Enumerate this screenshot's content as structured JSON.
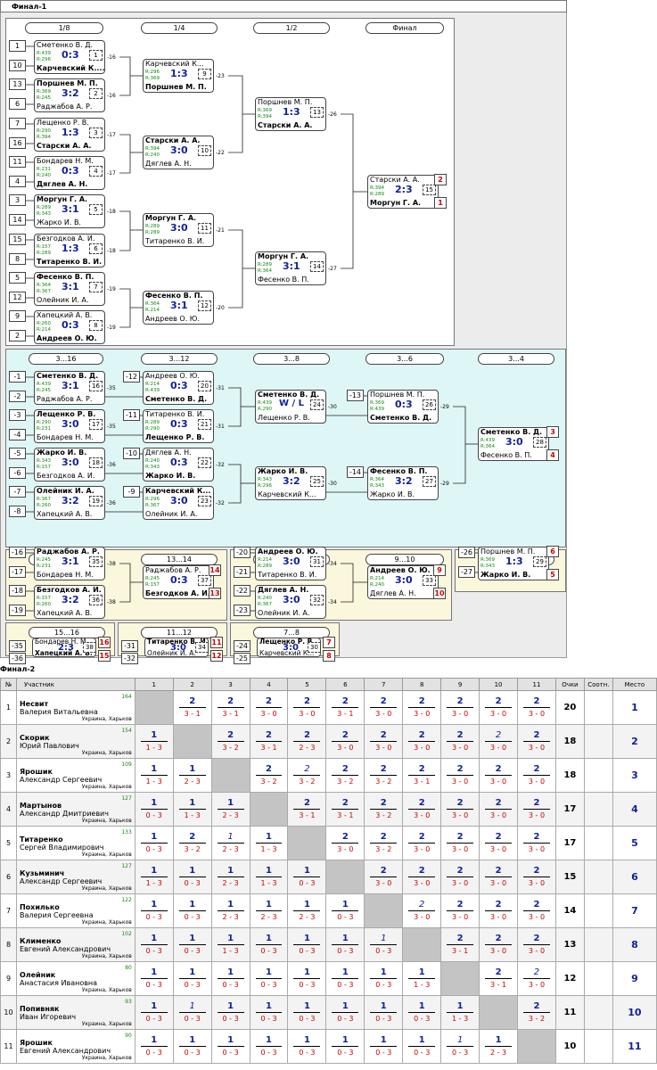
{
  "f1_title": "Финал-1",
  "f2_title": "Финал-2",
  "main_phases": [
    "1/8",
    "1/4",
    "1/2",
    "Финал"
  ],
  "r16": [
    {
      "s1": "1",
      "s2": "10",
      "p1": "Сметенко В. Д.",
      "r1": "R:439",
      "r2": "R:296",
      "p2": "Карчевский К....",
      "w": 2,
      "sc": "0:3",
      "mn": "1",
      "nx": "-16"
    },
    {
      "s1": "13",
      "s2": "6",
      "p1": "Поршнев М. П.",
      "r1": "R:369",
      "r2": "R:245",
      "p2": "Раджабов А. Р.",
      "w": 1,
      "sc": "3:2",
      "mn": "2",
      "nx": "-16"
    },
    {
      "s1": "7",
      "s2": "16",
      "p1": "Лещенко Р. В.",
      "r1": "R:290",
      "r2": "R:394",
      "p2": "Старски А. А.",
      "w": 2,
      "sc": "1:3",
      "mn": "3",
      "nx": "-17"
    },
    {
      "s1": "11",
      "s2": "4",
      "p1": "Бондарев Н. М.",
      "r1": "R:231",
      "r2": "R:240",
      "p2": "Дяглев А. Н.",
      "w": 2,
      "sc": "0:3",
      "mn": "4",
      "nx": "-17"
    },
    {
      "s1": "3",
      "s2": "14",
      "p1": "Моргун Г. А.",
      "r1": "R:289",
      "r2": "R:343",
      "p2": "Жарко И. В.",
      "w": 1,
      "sc": "3:1",
      "mn": "5",
      "nx": "-18"
    },
    {
      "s1": "15",
      "s2": "8",
      "p1": "Безгодков А. И.",
      "r1": "R:157",
      "r2": "R:289",
      "p2": "Титаренко В. И.",
      "w": 2,
      "sc": "1:3",
      "mn": "6",
      "nx": "-18"
    },
    {
      "s1": "5",
      "s2": "12",
      "p1": "Фесенко В. П.",
      "r1": "R:364",
      "r2": "R:367",
      "p2": "Олейник И. А.",
      "w": 1,
      "sc": "3:1",
      "mn": "7",
      "nx": "-19"
    },
    {
      "s1": "9",
      "s2": "2",
      "p1": "Хапецкий А. В.",
      "r1": "R:260",
      "r2": "R:214",
      "p2": "Андреев О. Ю.",
      "w": 2,
      "sc": "0:3",
      "mn": "8",
      "nx": "-19"
    }
  ],
  "qf": [
    {
      "p1": "Карчевский К...",
      "r1": "R:296",
      "r2": "R:369",
      "p2": "Поршнев М. П.",
      "w": 2,
      "sc": "1:3",
      "mn": "9",
      "nx": "-23"
    },
    {
      "p1": "Старски А. А.",
      "r1": "R:394",
      "r2": "R:240",
      "p2": "Дяглев А. Н.",
      "w": 1,
      "sc": "3:0",
      "mn": "10",
      "nx": "-22"
    },
    {
      "p1": "Моргун Г. А.",
      "r1": "R:289",
      "r2": "R:289",
      "p2": "Титаренко В. И.",
      "w": 1,
      "sc": "3:0",
      "mn": "11",
      "nx": "-21"
    },
    {
      "p1": "Фесенко В. П.",
      "r1": "R:364",
      "r2": "R:214",
      "p2": "Андреев О. Ю.",
      "w": 1,
      "sc": "3:1",
      "mn": "12",
      "nx": "-20"
    }
  ],
  "sf": [
    {
      "p1": "Поршнев М. П.",
      "r1": "R:369",
      "r2": "R:394",
      "p2": "Старски А. А.",
      "w": 2,
      "sc": "1:3",
      "mn": "13",
      "nx": "-26"
    },
    {
      "p1": "Моргун Г. А.",
      "r1": "R:289",
      "r2": "R:364",
      "p2": "Фесенко В. П.",
      "w": 1,
      "sc": "3:1",
      "mn": "14",
      "nx": "-27"
    }
  ],
  "fin": {
    "p1": "Старски А. А.",
    "r1": "R:394",
    "r2": "R:289",
    "p2": "Моргун Г. А.",
    "w": 2,
    "sc": "2:3",
    "mn": "15",
    "pl1": "2",
    "pl2": "1"
  },
  "cons_phases": [
    "3...16",
    "3...12",
    "3...8",
    "3...6",
    "3...4"
  ],
  "c316": [
    {
      "s1": "-1",
      "s2": "-2",
      "p1": "Сметенко В. Д.",
      "r1": "R:439",
      "r2": "R:245",
      "p2": "Раджабов А. Р.",
      "w": 1,
      "sc": "3:1",
      "mn": "16",
      "nx": "-35"
    },
    {
      "s1": "-3",
      "s2": "-4",
      "p1": "Лещенко Р. В.",
      "r1": "R:290",
      "r2": "R:231",
      "p2": "Бондарев Н. М.",
      "w": 1,
      "sc": "3:0",
      "mn": "17",
      "nx": "-35"
    },
    {
      "s1": "-5",
      "s2": "-6",
      "p1": "Жарко И. В.",
      "r1": "R:343",
      "r2": "R:157",
      "p2": "Безгодков А. И.",
      "w": 1,
      "sc": "3:0",
      "mn": "18",
      "nx": "-36"
    },
    {
      "s1": "-7",
      "s2": "-8",
      "p1": "Олейник И. А.",
      "r1": "R:367",
      "r2": "R:260",
      "p2": "Хапецкий А. В.",
      "w": 1,
      "sc": "3:2",
      "mn": "19",
      "nx": "-36"
    }
  ],
  "c312": [
    {
      "s": "-12",
      "p1": "Андреев О. Ю.",
      "r1": "R:214",
      "r2": "R:439",
      "p2": "Сметенко В. Д.",
      "w": 2,
      "sc": "0:3",
      "mn": "20",
      "nx": "-31"
    },
    {
      "s": "-11",
      "p1": "Титаренко В. И.",
      "r1": "R:289",
      "r2": "R:290",
      "p2": "Лещенко Р. В.",
      "w": 2,
      "sc": "0:3",
      "mn": "21",
      "nx": "-31"
    },
    {
      "s": "-10",
      "p1": "Дяглев А. Н.",
      "r1": "R:240",
      "r2": "R:343",
      "p2": "Жарко И. В.",
      "w": 2,
      "sc": "0:3",
      "mn": "22",
      "nx": "-32"
    },
    {
      "s": "-9",
      "p1": "Карчевский К...",
      "r1": "R:296",
      "r2": "R:367",
      "p2": "Олейник И. А.",
      "w": 1,
      "sc": "3:0",
      "mn": "23",
      "nx": "-32"
    }
  ],
  "c38": [
    {
      "p1": "Сметенко В. Д.",
      "r1": "R:439",
      "r2": "R:290",
      "p2": "Лещенко Р. В.",
      "w": 1,
      "sc": "W / L",
      "mn": "24",
      "nx": "-30"
    },
    {
      "p1": "Жарко И. В.",
      "r1": "R:343",
      "r2": "R:296",
      "p2": "Карчевский К...",
      "w": 1,
      "sc": "3:2",
      "mn": "25",
      "nx": "-30"
    }
  ],
  "c36": [
    {
      "s": "-13",
      "p1": "Поршнев М. П.",
      "r1": "R:369",
      "r2": "R:439",
      "p2": "Сметенко В. Д.",
      "w": 2,
      "sc": "0:3",
      "mn": "26",
      "nx": "-29"
    },
    {
      "s": "-14",
      "p1": "Фесенко В. П.",
      "r1": "R:364",
      "r2": "R:343",
      "p2": "Жарко И. В.",
      "w": 1,
      "sc": "3:2",
      "mn": "27",
      "nx": "-29"
    }
  ],
  "c34": {
    "p1": "Сметенко В. Д.",
    "r1": "R:439",
    "r2": "R:364",
    "p2": "Фесенко В. П.",
    "w": 1,
    "sc": "3:0",
    "mn": "28",
    "pl1": "3",
    "pl2": "4"
  },
  "y1316_phases": [
    "13...16",
    "13...14"
  ],
  "c1316": [
    {
      "s1": "-16",
      "s2": "-17",
      "p1": "Раджабов А. Р.",
      "r1": "R:245",
      "r2": "R:231",
      "p2": "Бондарев Н. М.",
      "w": 1,
      "sc": "3:1",
      "mn": "35",
      "nx": "-38"
    },
    {
      "s1": "-18",
      "s2": "-19",
      "p1": "Безгодков А. И.",
      "r1": "R:157",
      "r2": "R:260",
      "p2": "Хапецкий А. В.",
      "w": 1,
      "sc": "3:2",
      "mn": "36",
      "nx": "-38"
    }
  ],
  "c1314": {
    "p1": "Раджабов А. Р.",
    "r1": "R:245",
    "r2": "R:157",
    "p2": "Безгодков А. И.",
    "w": 2,
    "sc": "0:3",
    "mn": "37",
    "pl1": "14",
    "pl2": "13"
  },
  "y912_phases": [
    "9...12",
    "9...10"
  ],
  "c912": [
    {
      "s1": "-20",
      "s2": "-21",
      "p1": "Андреев О. Ю.",
      "r1": "R:214",
      "r2": "R:289",
      "p2": "Титаренко В. И.",
      "w": 1,
      "sc": "3:0",
      "mn": "31",
      "nx": "-34"
    },
    {
      "s1": "-22",
      "s2": "-23",
      "p1": "Дяглев А. Н.",
      "r1": "R:240",
      "r2": "R:367",
      "p2": "Олейник И. А.",
      "w": 1,
      "sc": "3:0",
      "mn": "32",
      "nx": "-34"
    }
  ],
  "c910": {
    "p1": "Андреев О. Ю.",
    "r1": "R:214",
    "r2": "R:240",
    "p2": "Дяглев А. Н.",
    "w": 1,
    "sc": "3:0",
    "mn": "33",
    "pl1": "9",
    "pl2": "10"
  },
  "y56_phase": "5...6",
  "c56": {
    "s1": "-26",
    "s2": "-27",
    "p1": "Поршнев М. П.",
    "r1": "R:369",
    "r2": "R:343",
    "p2": "Жарко И. В.",
    "w": 2,
    "sc": "1:3",
    "mn": "29",
    "pl1": "6",
    "pl2": "5"
  },
  "y1516_phase": "15...16",
  "c1516": {
    "s1": "-35",
    "s2": "-36",
    "p1": "Бондарев Н. М.",
    "r1": "R:231",
    "r2": "R:260",
    "p2": "Хапецкий А. В.",
    "w": 2,
    "sc": "2:3",
    "mn": "38",
    "pl1": "16",
    "pl2": "15"
  },
  "y1112_phase": "11...12",
  "c1112": {
    "s1": "-31",
    "s2": "-32",
    "p1": "Титаренко В. И.",
    "r1": "R:289",
    "r2": "R:367",
    "p2": "Олейник И. А.",
    "w": 1,
    "sc": "3:0",
    "mn": "34",
    "pl1": "11",
    "pl2": "12"
  },
  "y78_phase": "7...8",
  "c78": {
    "s1": "-24",
    "s2": "-25",
    "p1": "Лещенко Р. В.",
    "r1": "R:290",
    "r2": "R:296",
    "p2": "Карчевский К...",
    "w": 1,
    "sc": "3:0",
    "mn": "30",
    "pl1": "7",
    "pl2": "8"
  },
  "table": {
    "headers": {
      "no": "№",
      "participant": "Участник",
      "points": "Очки",
      "ratio": "Соотн.",
      "place": "Место"
    },
    "cols": [
      "1",
      "2",
      "3",
      "4",
      "5",
      "6",
      "7",
      "8",
      "9",
      "10",
      "11"
    ],
    "rows": [
      {
        "n": "1",
        "last": "Несвит",
        "first": "Валерия Витальевна",
        "rating": "164",
        "city": "Украина, Харьков",
        "pts": "20",
        "ratio": "",
        "place": "1",
        "res": [
          null,
          [
            "2",
            "3 - 1"
          ],
          [
            "2",
            "3 - 1"
          ],
          [
            "2",
            "3 - 0"
          ],
          [
            "2",
            "3 - 0"
          ],
          [
            "2",
            "3 - 1"
          ],
          [
            "2",
            "3 - 0"
          ],
          [
            "2",
            "3 - 0"
          ],
          [
            "2",
            "3 - 0"
          ],
          [
            "2",
            "3 - 0"
          ],
          [
            "2",
            "3 - 0"
          ]
        ]
      },
      {
        "n": "2",
        "last": "Скорик",
        "first": "Юрий Павлович",
        "rating": "154",
        "city": "Украина, Харьков",
        "pts": "18",
        "ratio": "",
        "place": "2",
        "res": [
          [
            "1",
            "1 - 3"
          ],
          null,
          [
            "2",
            "3 - 2"
          ],
          [
            "2",
            "3 - 1"
          ],
          [
            "2",
            "2 - 3"
          ],
          [
            "2",
            "3 - 0"
          ],
          [
            "2",
            "3 - 0"
          ],
          [
            "2",
            "3 - 0"
          ],
          [
            "2",
            "3 - 0"
          ],
          [
            "2i",
            "3 - 0"
          ],
          [
            "2",
            "3 - 0"
          ]
        ]
      },
      {
        "n": "3",
        "last": "Ярошик",
        "first": "Александр Сергеевич",
        "rating": "109",
        "city": "Украина, Харьков",
        "pts": "18",
        "ratio": "",
        "place": "3",
        "res": [
          [
            "1",
            "1 - 3"
          ],
          [
            "1",
            "2 - 3"
          ],
          null,
          [
            "2",
            "3 - 2"
          ],
          [
            "2i",
            "3 - 2"
          ],
          [
            "2",
            "3 - 2"
          ],
          [
            "2",
            "3 - 2"
          ],
          [
            "2",
            "3 - 1"
          ],
          [
            "2",
            "3 - 0"
          ],
          [
            "2",
            "3 - 0"
          ],
          [
            "2",
            "3 - 0"
          ]
        ]
      },
      {
        "n": "4",
        "last": "Мартынов",
        "first": "Александр Дмитриевич",
        "rating": "127",
        "city": "Украина, Харьков",
        "pts": "17",
        "ratio": "",
        "place": "4",
        "res": [
          [
            "1",
            "0 - 3"
          ],
          [
            "1",
            "1 - 3"
          ],
          [
            "1",
            "2 - 3"
          ],
          null,
          [
            "2",
            "3 - 1"
          ],
          [
            "2",
            "3 - 1"
          ],
          [
            "2",
            "3 - 2"
          ],
          [
            "2",
            "3 - 0"
          ],
          [
            "2",
            "3 - 0"
          ],
          [
            "2",
            "3 - 0"
          ],
          [
            "2",
            "3 - 0"
          ]
        ]
      },
      {
        "n": "5",
        "last": "Титаренко",
        "first": "Сергей Владимирович",
        "rating": "133",
        "city": "Украина, Харьков",
        "pts": "17",
        "ratio": "",
        "place": "5",
        "res": [
          [
            "1",
            "0 - 3"
          ],
          [
            "2",
            "3 - 2"
          ],
          [
            "1i",
            "2 - 3"
          ],
          [
            "1",
            "1 - 3"
          ],
          null,
          [
            "2",
            "3 - 0"
          ],
          [
            "2",
            "3 - 2"
          ],
          [
            "2",
            "3 - 0"
          ],
          [
            "2",
            "3 - 0"
          ],
          [
            "2",
            "3 - 0"
          ],
          [
            "2",
            "3 - 0"
          ]
        ]
      },
      {
        "n": "6",
        "last": "Кузьминич",
        "first": "Александр Сергеевич",
        "rating": "127",
        "city": "Украина, Харьков",
        "pts": "15",
        "ratio": "",
        "place": "6",
        "res": [
          [
            "1",
            "1 - 3"
          ],
          [
            "1",
            "0 - 3"
          ],
          [
            "1",
            "2 - 3"
          ],
          [
            "1",
            "1 - 3"
          ],
          [
            "1",
            "0 - 3"
          ],
          null,
          [
            "2",
            "3 - 0"
          ],
          [
            "2",
            "3 - 0"
          ],
          [
            "2",
            "3 - 0"
          ],
          [
            "2",
            "3 - 0"
          ],
          [
            "2",
            "3 - 0"
          ]
        ]
      },
      {
        "n": "7",
        "last": "Похилько",
        "first": "Валерия Сергеевна",
        "rating": "122",
        "city": "Украина, Харьков",
        "pts": "14",
        "ratio": "",
        "place": "7",
        "res": [
          [
            "1",
            "0 - 3"
          ],
          [
            "1",
            "0 - 3"
          ],
          [
            "1",
            "2 - 3"
          ],
          [
            "1",
            "2 - 3"
          ],
          [
            "1",
            "2 - 3"
          ],
          [
            "1",
            "0 - 3"
          ],
          null,
          [
            "2i",
            "3 - 0"
          ],
          [
            "2",
            "3 - 0"
          ],
          [
            "2",
            "3 - 0"
          ],
          [
            "2",
            "3 - 0"
          ]
        ]
      },
      {
        "n": "8",
        "last": "Клименко",
        "first": "Евгений Александрович",
        "rating": "102",
        "city": "Украина, Харьков",
        "pts": "13",
        "ratio": "",
        "place": "8",
        "res": [
          [
            "1",
            "0 - 3"
          ],
          [
            "1",
            "0 - 3"
          ],
          [
            "1",
            "1 - 3"
          ],
          [
            "1",
            "0 - 3"
          ],
          [
            "1",
            "0 - 3"
          ],
          [
            "1",
            "0 - 3"
          ],
          [
            "1i",
            "0 - 3"
          ],
          null,
          [
            "2",
            "3 - 1"
          ],
          [
            "2",
            "3 - 0"
          ],
          [
            "2",
            "3 - 0"
          ]
        ]
      },
      {
        "n": "9",
        "last": "Олейник",
        "first": "Анастасия Ивановна",
        "rating": "80",
        "city": "Украина, Харьков",
        "pts": "12",
        "ratio": "",
        "place": "9",
        "res": [
          [
            "1",
            "0 - 3"
          ],
          [
            "1",
            "0 - 3"
          ],
          [
            "1",
            "0 - 3"
          ],
          [
            "1",
            "0 - 3"
          ],
          [
            "1",
            "0 - 3"
          ],
          [
            "1",
            "0 - 3"
          ],
          [
            "1",
            "0 - 3"
          ],
          [
            "1",
            "1 - 3"
          ],
          null,
          [
            "2",
            "3 - 1"
          ],
          [
            "2i",
            "3 - 0"
          ]
        ]
      },
      {
        "n": "10",
        "last": "Попивняк",
        "first": "Иван Игоревич",
        "rating": "93",
        "city": "Украина, Харьков",
        "pts": "11",
        "ratio": "",
        "place": "10",
        "res": [
          [
            "1",
            "0 - 3"
          ],
          [
            "1i",
            "0 - 3"
          ],
          [
            "1",
            "0 - 3"
          ],
          [
            "1",
            "0 - 3"
          ],
          [
            "1",
            "0 - 3"
          ],
          [
            "1",
            "0 - 3"
          ],
          [
            "1",
            "0 - 3"
          ],
          [
            "1",
            "0 - 3"
          ],
          [
            "1",
            "1 - 3"
          ],
          null,
          [
            "2",
            "3 - 2"
          ]
        ]
      },
      {
        "n": "11",
        "last": "Ярошик",
        "first": "Евгений Александрович",
        "rating": "90",
        "city": "Украина, Харьков",
        "pts": "10",
        "ratio": "",
        "place": "11",
        "res": [
          [
            "1",
            "0 - 3"
          ],
          [
            "1",
            "0 - 3"
          ],
          [
            "1",
            "0 - 3"
          ],
          [
            "1",
            "0 - 3"
          ],
          [
            "1",
            "0 - 3"
          ],
          [
            "1",
            "0 - 3"
          ],
          [
            "1",
            "0 - 3"
          ],
          [
            "1",
            "0 - 3"
          ],
          [
            "1i",
            "0 - 3"
          ],
          [
            "1",
            "2 - 3"
          ],
          null
        ]
      }
    ]
  },
  "colors": {
    "score": "#112299",
    "rating": "#118811",
    "games": "#cc0000",
    "place": "#cc0000",
    "cons_bg": "#dff6f6",
    "yellow_bg": "#fbf7dc",
    "diag": "#c4c4c4"
  }
}
